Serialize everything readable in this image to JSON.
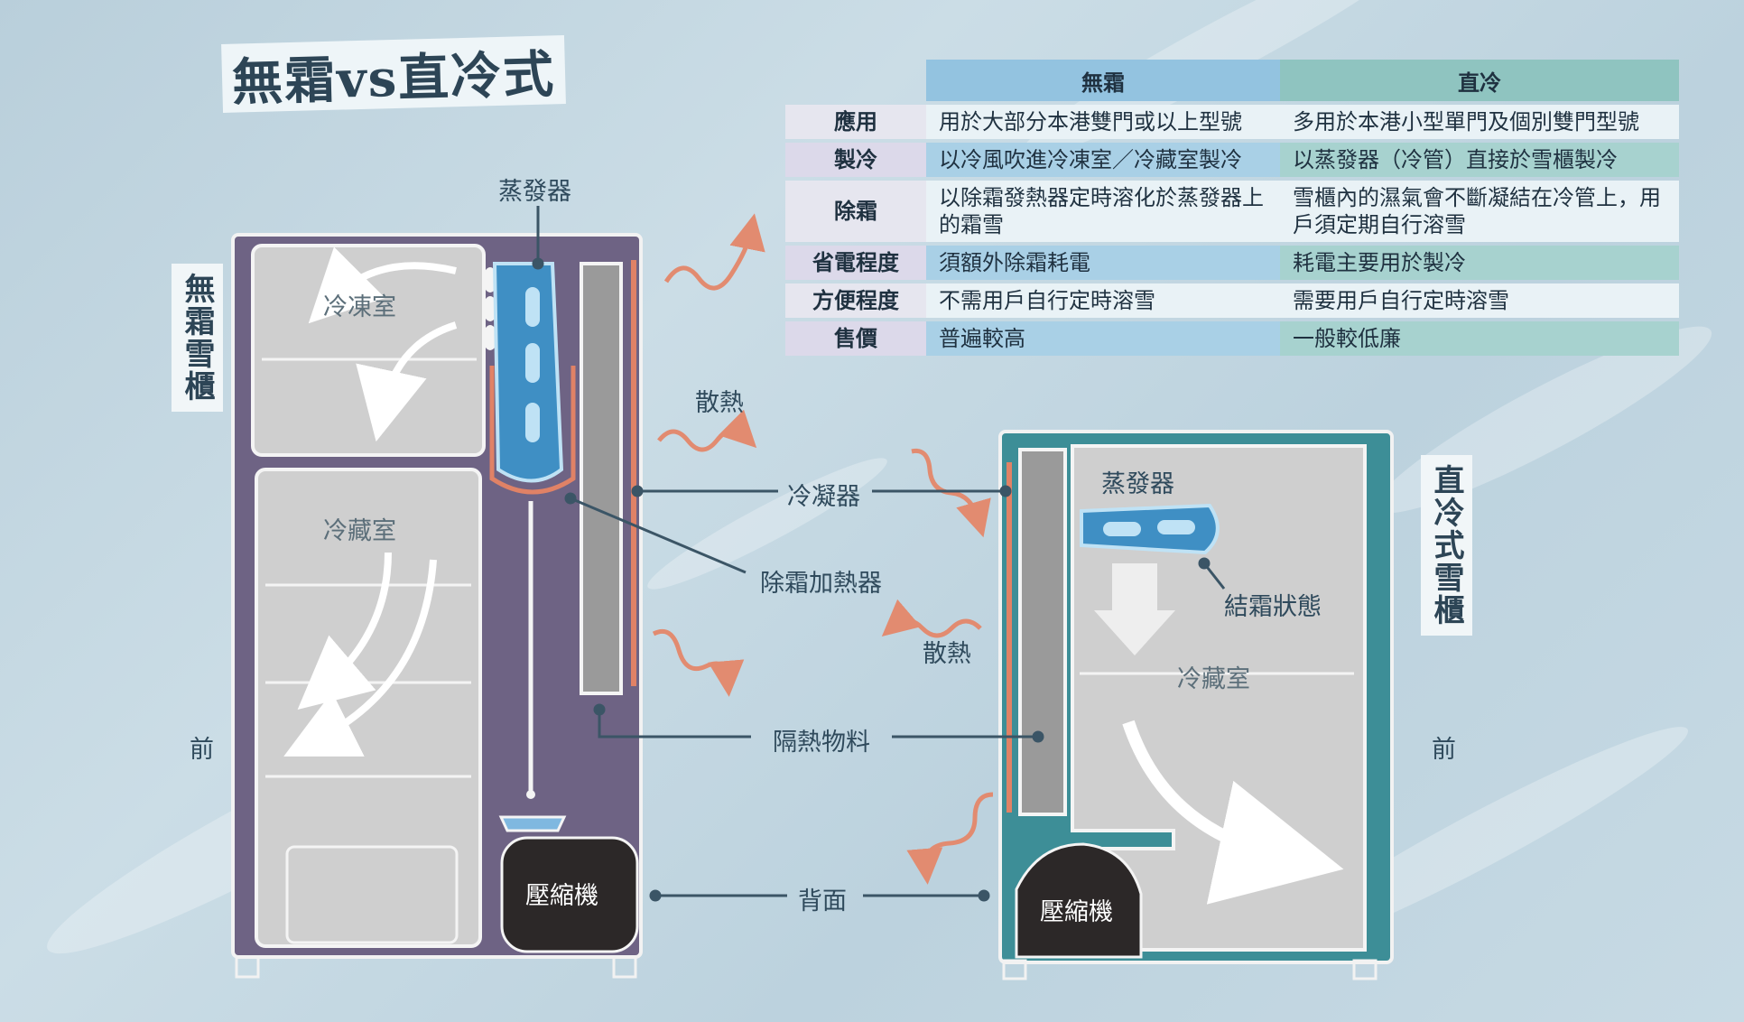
{
  "title": "無霜vs直冷式",
  "left_fridge_label": "無霜雪櫃",
  "right_fridge_label": "直冷式雪櫃",
  "table": {
    "headers": [
      "",
      "無霜",
      "直冷"
    ],
    "rows": [
      {
        "label": "應用",
        "frost_free": "用於大部分本港雙門或以上型號",
        "direct_cool": "多用於本港小型單門及個別雙門型號"
      },
      {
        "label": "製冷",
        "frost_free": "以冷風吹進冷凍室／冷藏室製冷",
        "direct_cool": "以蒸發器（冷管）直接於雪櫃製冷"
      },
      {
        "label": "除霜",
        "frost_free": "以除霜發熱器定時溶化於蒸發器上的霜雪",
        "direct_cool": "雪櫃內的濕氣會不斷凝結在冷管上，用戶須定期自行溶雪"
      },
      {
        "label": "省電程度",
        "frost_free": "須額外除霜耗電",
        "direct_cool": "耗電主要用於製冷"
      },
      {
        "label": "方便程度",
        "frost_free": "不需用戶自行定時溶雪",
        "direct_cool": "需要用戶自行定時溶雪"
      },
      {
        "label": "售價",
        "frost_free": "普遍較高",
        "direct_cool": "一般較低廉"
      }
    ]
  },
  "left_diagram": {
    "evaporator": "蒸發器",
    "freezer": "冷凍室",
    "fridge": "冷藏室",
    "compressor": "壓縮機",
    "front": "前"
  },
  "right_diagram": {
    "evaporator": "蒸發器",
    "frost": "結霜狀態",
    "fridge": "冷藏室",
    "compressor": "壓縮機",
    "heat": "散熱",
    "front": "前"
  },
  "center_labels": {
    "heat": "散熱",
    "condenser": "冷凝器",
    "defrost_heater": "除霜加熱器",
    "insulation": "隔熱物料",
    "back": "背面"
  },
  "colors": {
    "frost_free_body": "#6e6384",
    "direct_cool_body": "#3d8e97",
    "evaporator_blue": "#3f8fc4",
    "condenser_orange": "#e08266",
    "heat_wave": "#e28b70"
  }
}
